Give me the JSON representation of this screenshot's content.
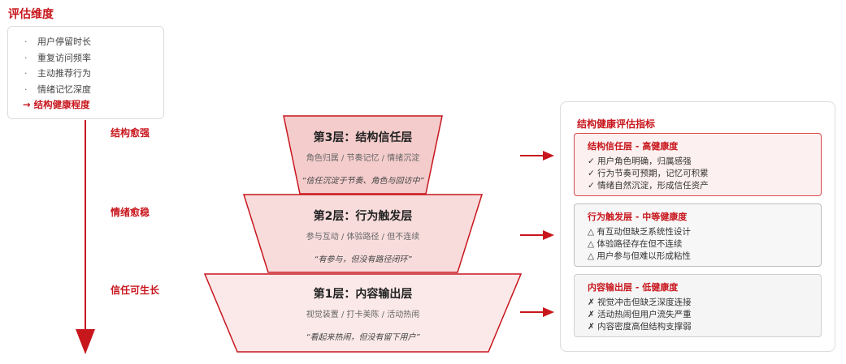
{
  "eval_dimensions": {
    "title": "评估维度",
    "items": [
      "用户停留时长",
      "重复访问频率",
      "主动推荐行为",
      "情绪记忆深度"
    ],
    "bullet": "·",
    "highlight": "→ 结构健康程度"
  },
  "axis": {
    "labels": [
      "结构愈强",
      "情绪愈稳",
      "信任可生长"
    ]
  },
  "pyramid": {
    "layers": [
      {
        "title": "第3层：结构信任层",
        "tags": "角色归属 / 节奏记忆 / 情绪沉淀",
        "quote": "“信任沉淀于节奏、角色与回访中”"
      },
      {
        "title": "第2层：行为触发层",
        "tags": "参与互动 / 体验路径 / 但不连续",
        "quote": "“有参与，但没有路径闭环”"
      },
      {
        "title": "第1层：内容输出层",
        "tags": "视觉装置 / 打卡美陈 / 活动热闹",
        "quote": "“看起来热闹，但没有留下用户”"
      }
    ]
  },
  "metrics_panel": {
    "title": "结构健康评估指标",
    "cards": [
      {
        "title": "结构信任层 - 高健康度",
        "items": [
          "✓ 用户角色明确，归属感强",
          "✓ 行为节奏可预期，记忆可积累",
          "✓ 情绪自然沉淀，形成信任资产"
        ]
      },
      {
        "title": "行为触发层 - 中等健康度",
        "items": [
          "△ 有互动但缺乏系统性设计",
          "△ 体验路径存在但不连续",
          "△ 用户参与但难以形成粘性"
        ]
      },
      {
        "title": "内容输出层 - 低健康度",
        "items": [
          "✗ 视觉冲击但缺乏深度连接",
          "✗ 活动热闹但用户流失严重",
          "✗ 内容密度高但结构支撑弱"
        ]
      }
    ]
  },
  "colors": {
    "accent": "#c8161d",
    "layer3_fill": "#f4cccc",
    "layer2_fill": "#f8dcdc",
    "layer1_fill": "#fbe9e9",
    "card_high_bg": "#fdf0f0",
    "card_mid_bg": "#f7f7f7",
    "card_low_bg": "#f5f5f5"
  }
}
